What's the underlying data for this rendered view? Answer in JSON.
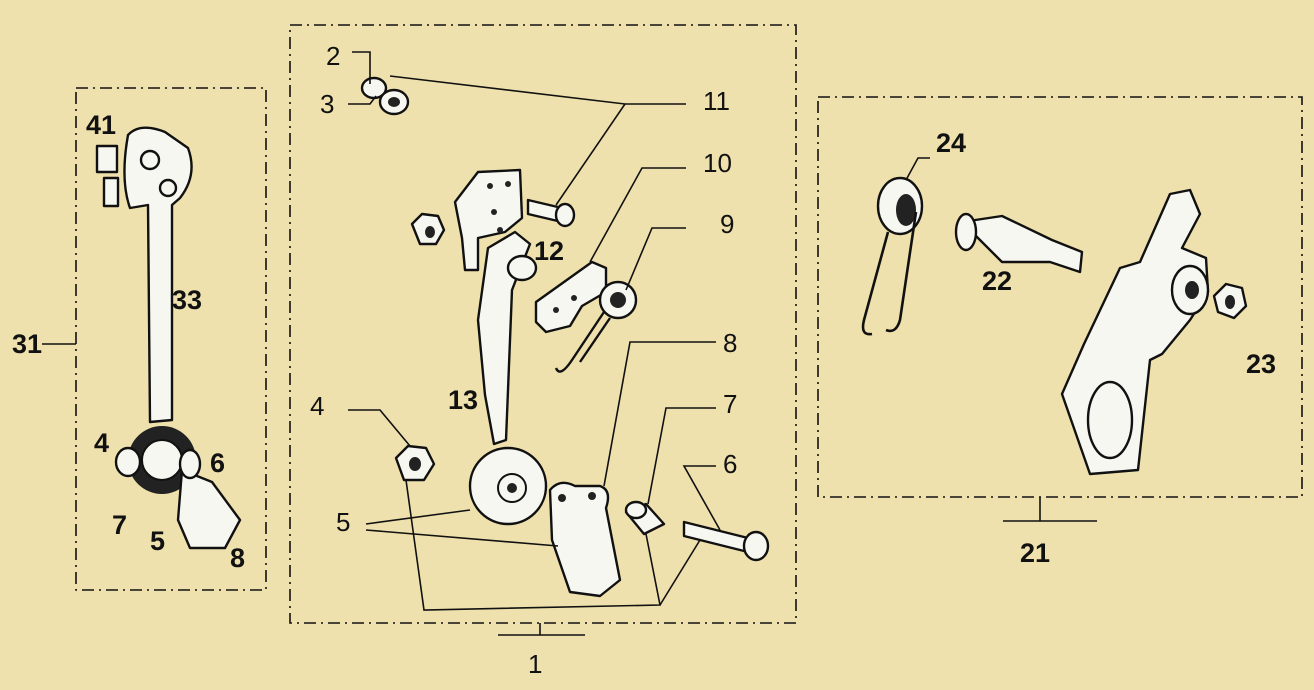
{
  "groups": {
    "left": {
      "label": "31",
      "parts": [
        "41",
        "33",
        "4",
        "6",
        "7",
        "5",
        "8"
      ]
    },
    "center": {
      "label": "1",
      "parts": [
        "2",
        "3",
        "11",
        "10",
        "12",
        "9",
        "13",
        "8",
        "4",
        "7",
        "6",
        "5"
      ]
    },
    "right": {
      "label": "21",
      "parts": [
        "24",
        "22",
        "23"
      ]
    }
  },
  "background_color": "#efe1ad",
  "line_color": "#111111"
}
